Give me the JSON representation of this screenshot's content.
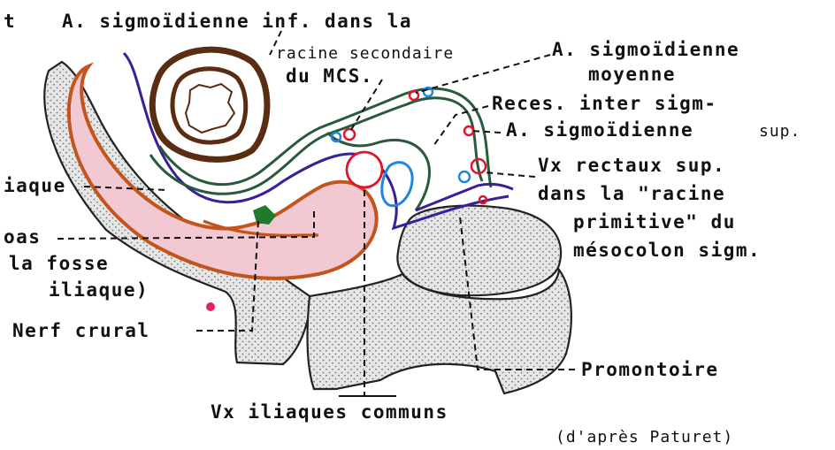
{
  "labels": {
    "top_a_sigmoid_inf": "A. sigmoïdienne inf. dans la",
    "top_left_fragment": "t",
    "racine_secondaire": "racine secondaire",
    "du_mcs": "du MCS.",
    "a_sigmoid_moy_1": "A. sigmoïdienne",
    "a_sigmoid_moy_2": "moyenne",
    "reces_1": "Reces. inter sigm-",
    "a_sigmoid_sup_1": "A. sigmoïdienne",
    "a_sigmoid_sup_2": "sup.",
    "vx_rectaux_1": "Vx rectaux sup.",
    "vx_rectaux_2": "dans la \"racine",
    "vx_rectaux_3": "primitive\" du",
    "vx_rectaux_4": "mésocolon sigm.",
    "iliaque_left": "iaque",
    "psoas_1": "oas",
    "psoas_2": "la fosse",
    "psoas_3": "iliaque)",
    "nerf_crural": "Nerf crural",
    "promontoire": "Promontoire",
    "vx_iliaques": "Vx iliaques communs",
    "credit": "(d'après Paturet)"
  },
  "colors": {
    "bone_fill": "#d4d4d4",
    "muscle_fill": "#f2c9d2",
    "muscle_edge": "#c2541c",
    "peritoneum": "#2a5a3c",
    "mesocolon_border": "#3a1e9a",
    "colon_wall": "#5a2c12",
    "artery": "#e2142a",
    "vein": "#1f86e0",
    "nerve": "#1f7a2e",
    "accent_pink": "#e0206a"
  }
}
